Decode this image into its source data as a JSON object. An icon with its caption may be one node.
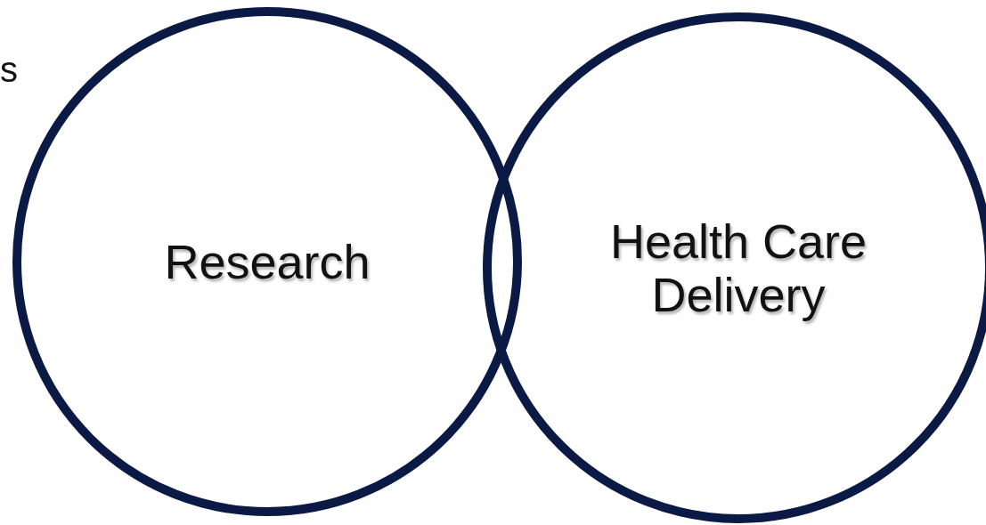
{
  "diagram": {
    "nodes": [
      {
        "text": [
          "Research"
        ]
      },
      {
        "text": [
          "Health Care Delivery"
        ]
      }
    ],
    "labels": [
      "s"
    ]
  }
}
